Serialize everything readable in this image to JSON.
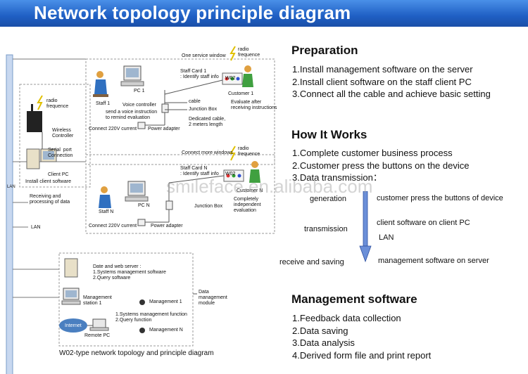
{
  "header": {
    "title": "Network topology principle diagram",
    "bg_color": "#1f5fc4"
  },
  "diagram": {
    "lan_vertical": "LAN",
    "lan_label": "LAN",
    "one_service_window": "One service window",
    "radio_frequence": "radio\nfrequence",
    "staff_card_1": "Staff Card 1\n: Identify staff info",
    "w02": "W02",
    "pc1": "PC 1",
    "staff1": "Staff 1",
    "voice_controller": "Voice controller",
    "voice_instruction": "send a voice instruction\nto remind evaluation",
    "customer1": "Customer 1",
    "evaluate_after": "Evaluate after\nreceiving instructions",
    "cable": "cable",
    "junction_box": "Junction Box",
    "dedicated_cable": "Dedicated cable,\n2 meters length",
    "connect_220v": "Connect 220V current",
    "power_adapter": "Power adapter",
    "wireless_controller": "Wireless\nController",
    "serial_port": "Serial  port\nConnection",
    "client_pc": "Client PC",
    "install_client": "Install client software",
    "receiving_processing": "Receiving and\nprocessing of data",
    "connect_more_windows": "Connect more windows",
    "staff_card_n": "Staff Card N\n: Identify staff info",
    "w02_n": "W02",
    "pcn": "PC N",
    "staffn": "Staff N",
    "customer_n": "Customer N",
    "completely_independent": "Completely\nindependent\nevaluation",
    "junction_box_n": "Junction Box",
    "connect_220v_n": "Connect 220V current",
    "power_adapter_n": "Power adapter",
    "date_web_server": "Date and web server :\n1.Systems management software\n2.Query software",
    "management_station": "Management\nstation 1",
    "management_function": "1.Systems management function\n2.Query function",
    "management_1": "Management 1",
    "management_n": "Management N",
    "internet": "Internet",
    "remote_pc": "Remote PC",
    "data_management_module": "Data\nmanagement\nmodule",
    "caption": "W02-type network topology and principle diagram"
  },
  "preparation": {
    "heading": "Preparation",
    "items": [
      "1.Install management software on the server",
      "2.Install client software on the staff client PC",
      "3.Connect all the cable and achieve basic setting"
    ]
  },
  "how_it_works": {
    "heading": "How It Works",
    "items": [
      "1.Complete customer business process",
      "2.Customer press the buttons on the device",
      "3.Data transmission："
    ]
  },
  "flow": {
    "generation": "generation",
    "transmission": "transmission",
    "receive_saving": "receive and saving",
    "customer_press": "customer press the buttons of device",
    "client_software": "client software on client PC",
    "lan": "LAN",
    "management_server": "management software on server"
  },
  "management_software": {
    "heading": "Management software",
    "items": [
      "1.Feedback data collection",
      "2.Data saving",
      "3.Data analysis",
      "4.Derived form file and print report"
    ]
  },
  "watermark": "smileface.en.alibaba.com"
}
